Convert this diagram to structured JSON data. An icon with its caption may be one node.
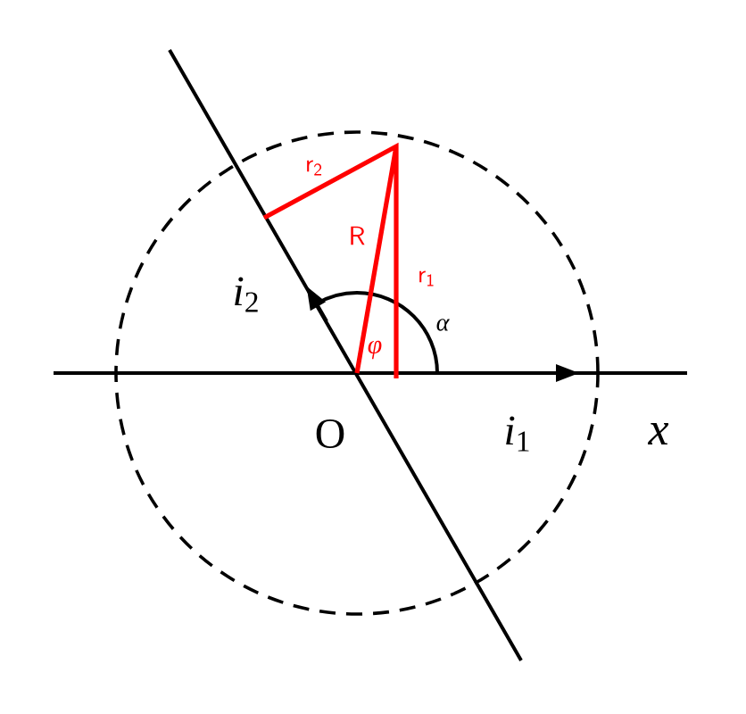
{
  "diagram": {
    "labels": [
      "r$_{2}$",
      "R",
      "r$_{1}$",
      "*i*$_{2}$",
      "α",
      "φ",
      "O",
      "*i*$_{1}$",
      "x"
    ]
  }
}
